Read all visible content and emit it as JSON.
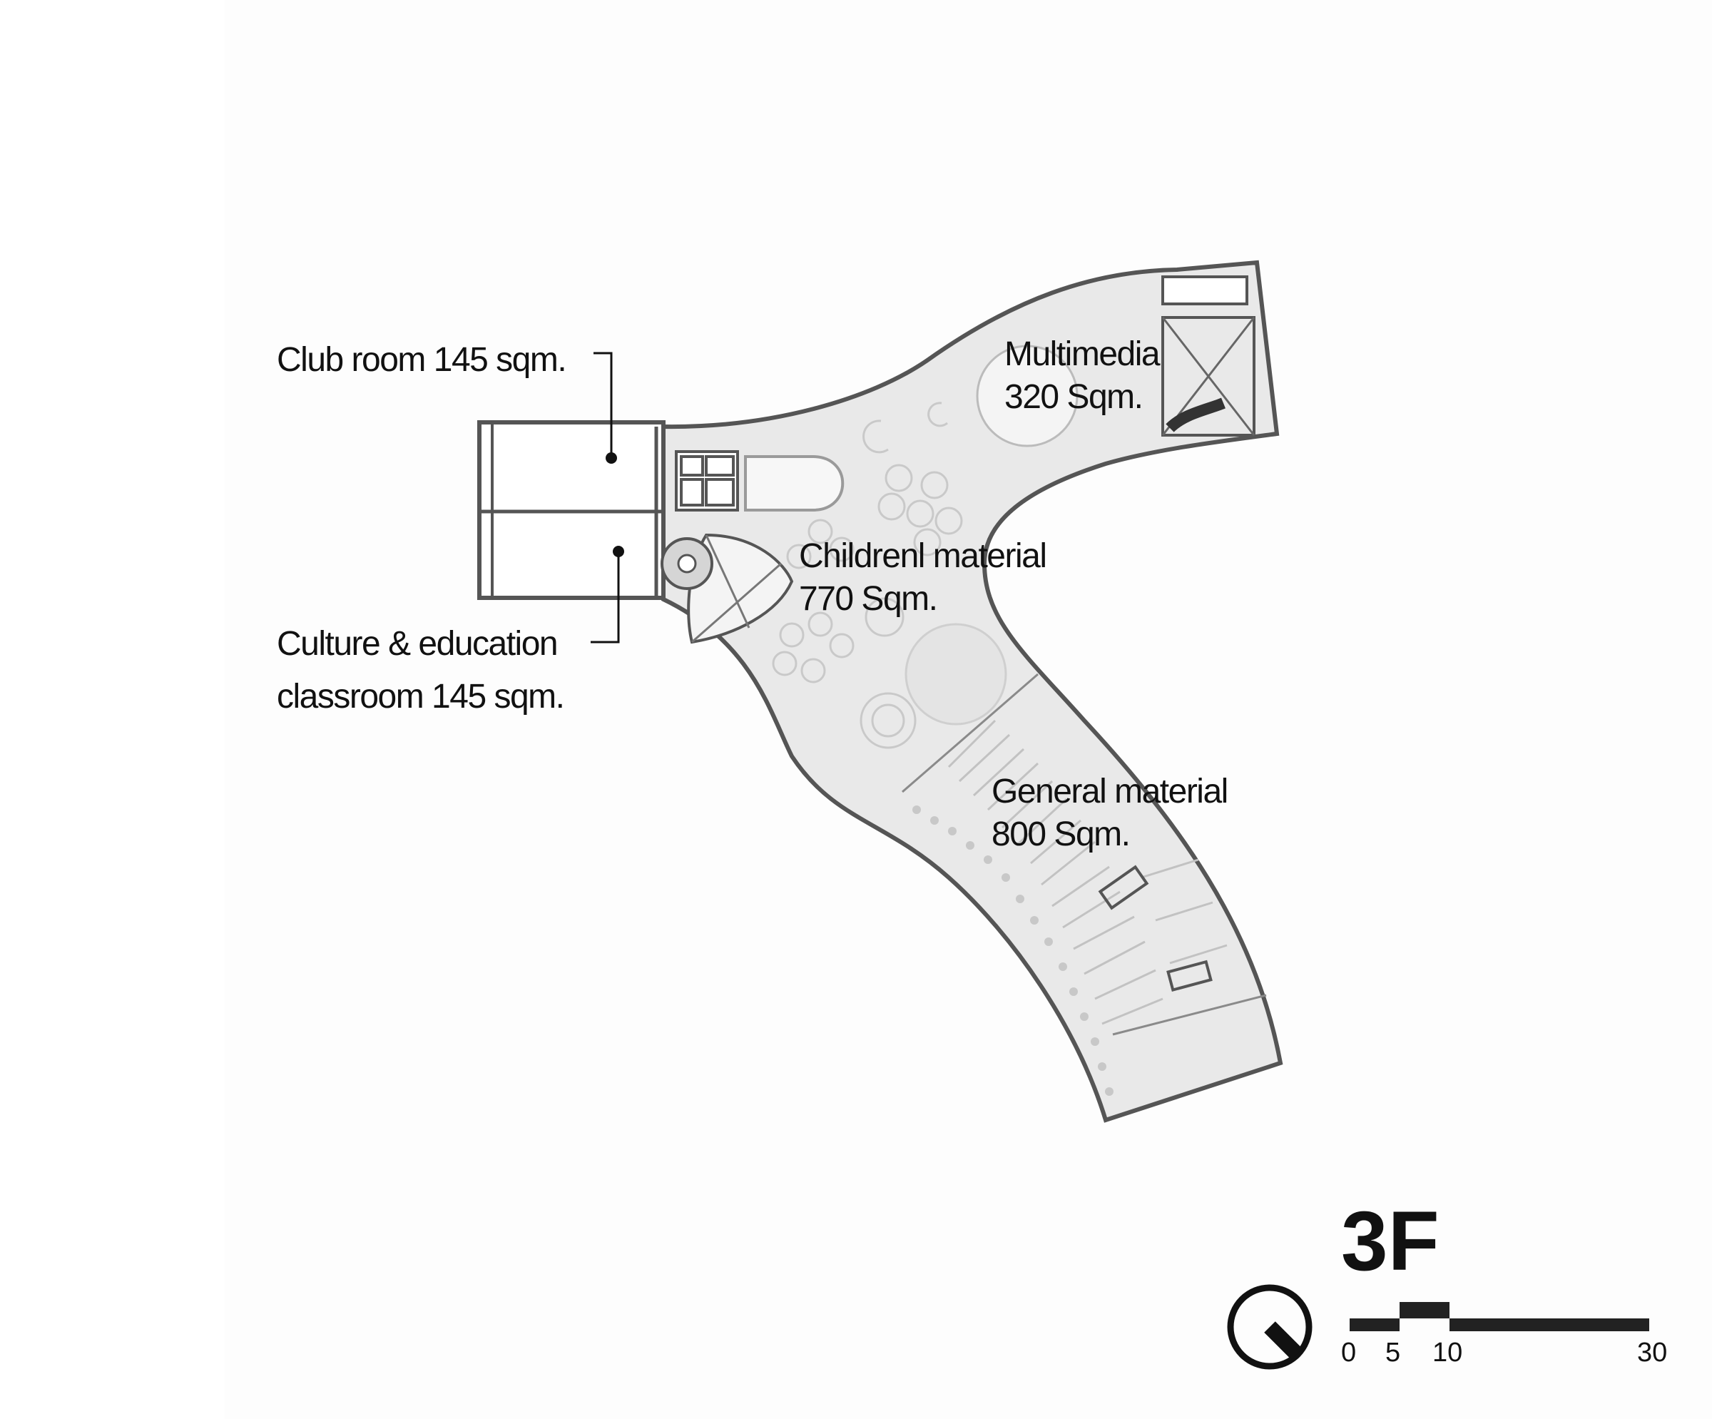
{
  "labels": {
    "club_room": "Club room 145 sqm.",
    "culture_line1": "Culture & education",
    "culture_line2": "classroom 145 sqm.",
    "multimedia_line1": "Multimedia",
    "multimedia_line2": "320 Sqm.",
    "children_line1": "Childrenl material",
    "children_line2": "770 Sqm.",
    "general_line1": "General material",
    "general_line2": "800 Sqm."
  },
  "floor_label": "3F",
  "scale_bar": {
    "ticks": [
      "0",
      "5",
      "10",
      "30"
    ]
  },
  "colors": {
    "floor_fill": "#e9e9e9",
    "wall": "#555555",
    "text": "#111111"
  },
  "icons": [
    "north-arrow-icon"
  ]
}
